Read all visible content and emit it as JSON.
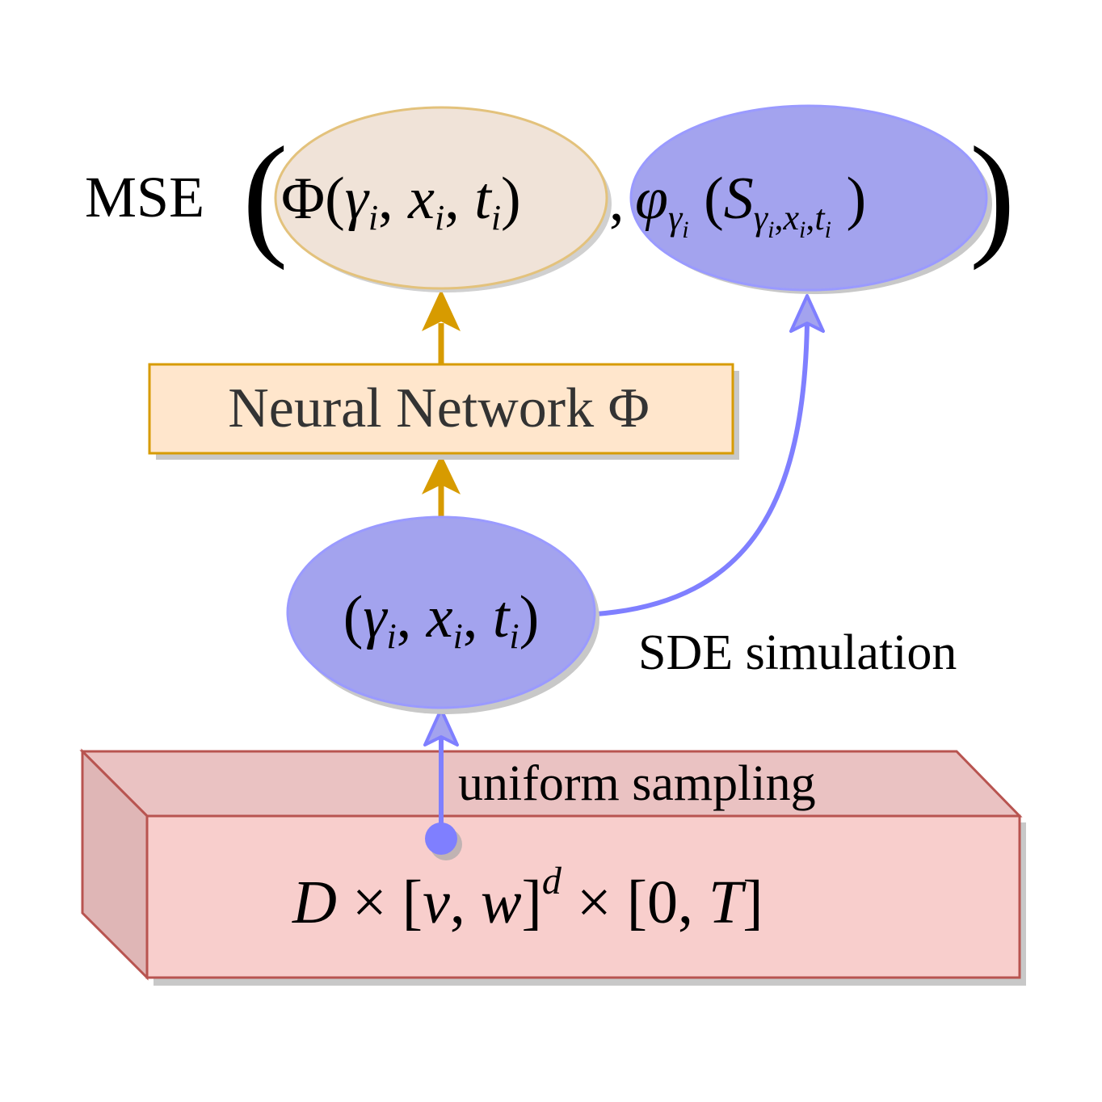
{
  "colors": {
    "orange_stroke": "#d79b00",
    "orange_fill": "#ffe6cc",
    "blue_stroke": "#7f7fff",
    "blue_fill": "#a3a3ee",
    "red_stroke": "#b85450",
    "red_fill": "#f8cecc",
    "text": "#000000"
  },
  "mse": {
    "label": "MSE",
    "phi_sym": "Φ",
    "gamma_sym": "γ",
    "x_sym": "x",
    "t_sym": "t",
    "sub_i": "i",
    "varphi_sym": "φ",
    "s_sym": "S"
  },
  "neural_network": {
    "label": "Neural Network Φ"
  },
  "sample_node": {
    "gamma_sym": "γ",
    "x_sym": "x",
    "t_sym": "t",
    "sub_i": "i"
  },
  "edges": {
    "sde_label": "SDE simulation",
    "sampling_label": "uniform sampling"
  },
  "domain_box": {
    "d_sym": "D",
    "times": "×",
    "v_sym": "v",
    "w_sym": "w",
    "exp_d": "d",
    "zero": "0",
    "t_sym": "T"
  }
}
